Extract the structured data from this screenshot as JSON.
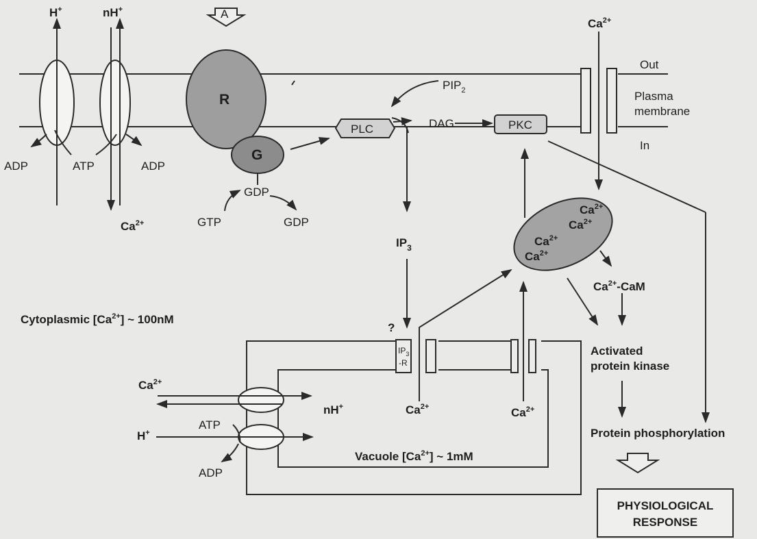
{
  "labels": {
    "h_plus_top": "H",
    "nh_plus_top": "nH",
    "agonist": "A",
    "ca_top": "Ca",
    "out": "Out",
    "plasma_membrane_line1": "Plasma",
    "plasma_membrane_line2": "membrane",
    "in": "In",
    "receptor": "R",
    "g_protein": "G",
    "pip2": "PIP",
    "plc": "PLC",
    "dag": "DAG",
    "pkc": "PKC",
    "adp_left": "ADP",
    "atp_mid": "ATP",
    "adp_mid": "ADP",
    "ca_pump": "Ca",
    "gdp_top": "GDP",
    "gtp": "GTP",
    "gdp_bottom": "GDP",
    "ip3": "IP",
    "ca_pool_1": "Ca",
    "ca_pool_2": "Ca",
    "ca_pool_3": "Ca",
    "ca_pool_4": "Ca",
    "ca_cam": "Ca",
    "ca_cam_suffix": "-CaM",
    "cytoplasmic": "Cytoplasmic [Ca",
    "cytoplasmic_suffix": "] ~ 100nM",
    "question": "?",
    "ip3r_line1": "IP",
    "ip3r_line2": "-R",
    "activated_line1": "Activated",
    "activated_line2": "protein kinase",
    "ca_vac_left": "Ca",
    "nh_vac": "nH",
    "h_vac": "H",
    "atp_vac": "ATP",
    "adp_vac": "ADP",
    "ca_ch1": "Ca",
    "ca_ch2": "Ca",
    "vacuole": "Vacuole [Ca",
    "vacuole_suffix": "] ~ 1mM",
    "protein_phos": "Protein phosphorylation",
    "response_line1": "PHYSIOLOGICAL",
    "response_line2": "RESPONSE",
    "sup_plus": "+",
    "sup_2plus": "2+",
    "sub_2": "2",
    "sub_3": "3"
  },
  "colors": {
    "background": "#e9e9e7",
    "receptor_fill": "#9e9e9e",
    "g_protein_fill": "#8c8c8c",
    "ca_pool_fill": "#a3a3a3",
    "box_fill": "#d2d2d2",
    "line": "#2a2a2a"
  }
}
